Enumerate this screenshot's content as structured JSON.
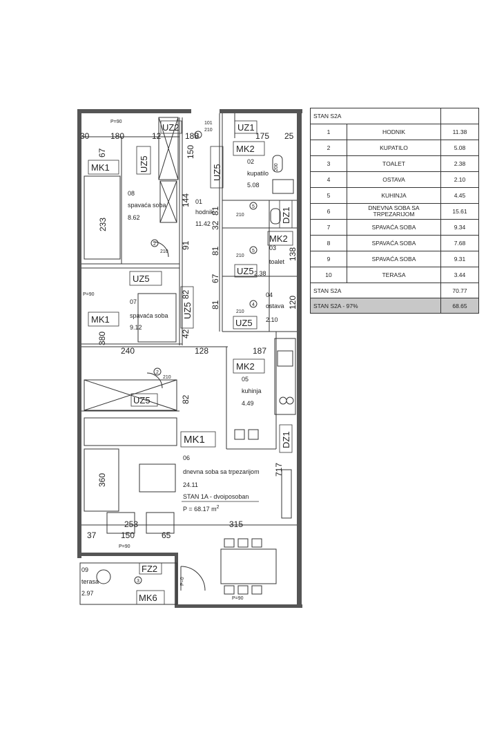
{
  "table": {
    "title": "STAN S2A",
    "rows": [
      {
        "n": "1",
        "name": "HODNIK",
        "v": "11.38"
      },
      {
        "n": "2",
        "name": "KUPATILO",
        "v": "5.08"
      },
      {
        "n": "3",
        "name": "TOALET",
        "v": "2.38"
      },
      {
        "n": "4",
        "name": "OSTAVA",
        "v": "2.10"
      },
      {
        "n": "5",
        "name": "KUHINJA",
        "v": "4.45"
      },
      {
        "n": "6",
        "name": "DNEVNA SOBA SA TRPEZARIJOM",
        "v": "15.61"
      },
      {
        "n": "7",
        "name": "SPAVAĆA SOBA",
        "v": "9.34"
      },
      {
        "n": "8",
        "name": "SPAVAĆA SOBA",
        "v": "7.68"
      },
      {
        "n": "9",
        "name": "SPAVAĆA SOBA",
        "v": "9.31"
      },
      {
        "n": "10",
        "name": "TERASA",
        "v": "3.44"
      }
    ],
    "total_label": "STAN S2A",
    "total_value": "70.77",
    "total97_label": "STAN S2A - 97%",
    "total97_value": "68.65"
  },
  "rooms": {
    "r01": {
      "num": "01",
      "name": "hodnik",
      "area": "11.42"
    },
    "r02": {
      "num": "02",
      "name": "kupatilo",
      "area": "5.08"
    },
    "r03": {
      "num": "03",
      "name": "toalet",
      "area": "2.38"
    },
    "r04": {
      "num": "04",
      "name": "ostava",
      "area": "2.10"
    },
    "r05": {
      "num": "05",
      "name": "kuhinja",
      "area": "4.49"
    },
    "r06": {
      "num": "06",
      "name": "dnevna soba sa trpezarijom",
      "area": "24.11"
    },
    "r07": {
      "num": "07",
      "name": "spavaća soba",
      "area": "9.12"
    },
    "r08": {
      "num": "08",
      "name": "spavaća soba",
      "area": "8.62"
    },
    "r09": {
      "num": "09",
      "name": "terasa",
      "area": "2.97"
    }
  },
  "apartment": {
    "name": "STAN 1A - dvoiposoban",
    "area_prefix": "P = 68.17 m",
    "area_sup": "2"
  },
  "tags": {
    "mk1": "MK1",
    "mk2": "MK2",
    "mk6": "MK6",
    "uz1": "UZ1",
    "uz2": "UZ2",
    "uz5": "UZ5",
    "dz1": "DZ1",
    "fz2": "FZ2",
    "p90": "P=90",
    "p0": "P=0"
  },
  "dims": {
    "d30": "30",
    "d180": "180",
    "d12": "12",
    "d188": "188",
    "d150": "150",
    "d175": "175",
    "d25": "25",
    "d67": "67",
    "d144": "144",
    "d233": "233",
    "d91": "91",
    "d81": "81",
    "d32": "32",
    "d120": "120",
    "d138": "138",
    "d380": "380",
    "d240": "240",
    "d128": "128",
    "d187": "187",
    "d82": "82",
    "d42": "42",
    "d360": "360",
    "d717": "717",
    "d253": "253",
    "d315": "315",
    "d37": "37",
    "d65": "65",
    "d210": "210",
    "d101": "101",
    "d200": "200",
    "d1": "1",
    "d2": "2",
    "d3": "3",
    "d4": "4",
    "d5": "5",
    "d150b": "150"
  }
}
